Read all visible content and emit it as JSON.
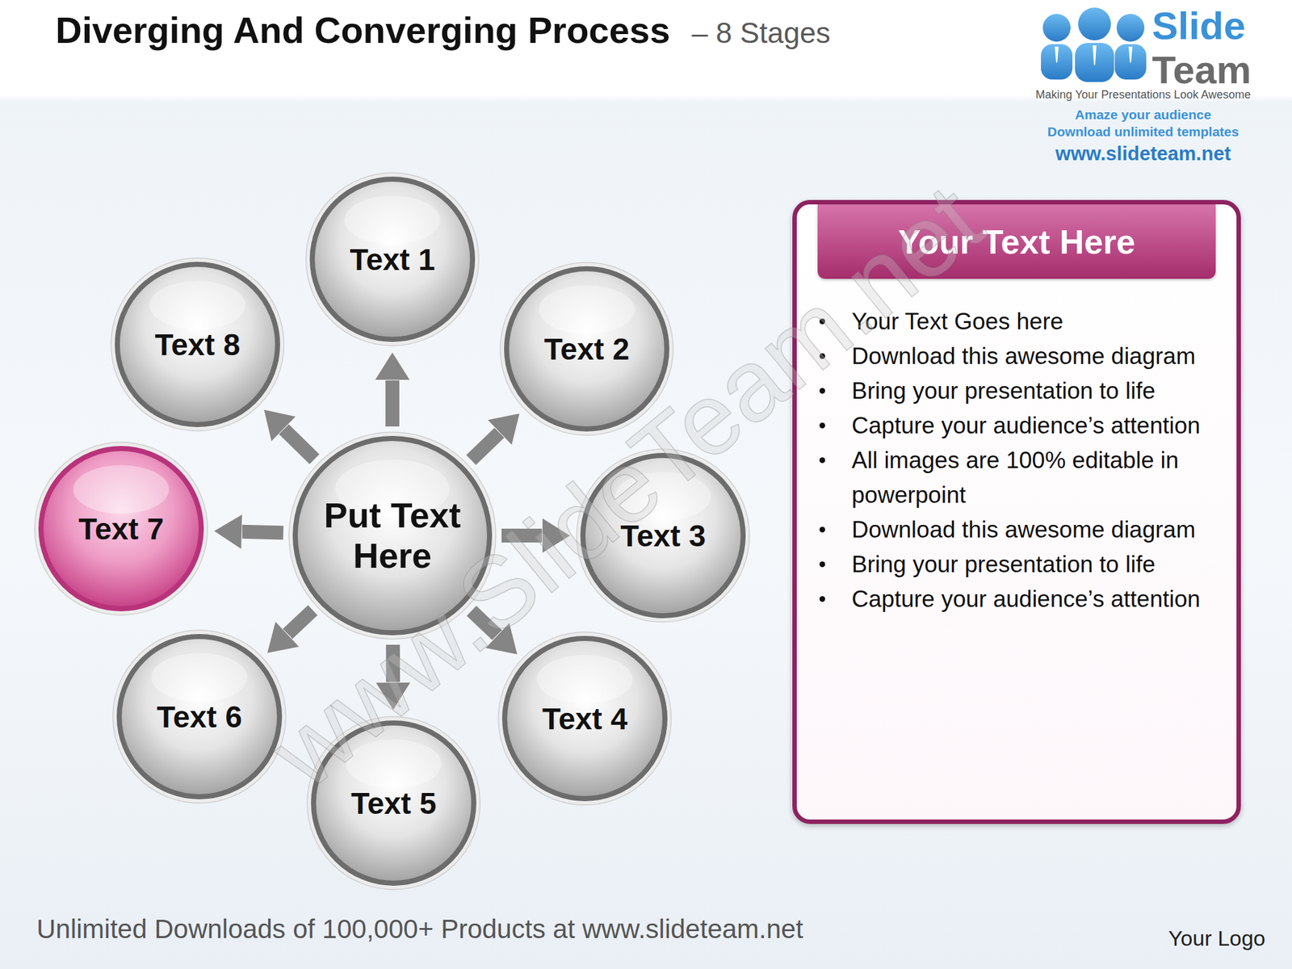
{
  "diagram": {
    "title": "Diverging And Converging Process",
    "nodes": [
      {
        "text": [
          "Put Text Here"
        ]
      },
      {
        "text": [
          "Text 1"
        ]
      },
      {
        "text": [
          "Text 2"
        ]
      },
      {
        "text": [
          "Text 3"
        ]
      },
      {
        "text": [
          "Text 4"
        ]
      },
      {
        "text": [
          "Text 5"
        ]
      },
      {
        "text": [
          "Text 6"
        ]
      },
      {
        "text": [
          "Text 7"
        ]
      },
      {
        "text": [
          "Text 8"
        ]
      },
      {
        "text": [
          "Your Text Here",
          "Your Text Goes here",
          "Download this awesome diagram",
          "Bring your presentation to life",
          "Capture your audience’s attention",
          "All images are 100% editable in powerpoint",
          "Download this awesome diagram",
          "Bring your presentation to life",
          "Capture your audience’s attention"
        ]
      }
    ],
    "edges": [
      {
        "from": 0,
        "to": 1,
        "arrow": "to"
      },
      {
        "from": 0,
        "to": 2,
        "arrow": "to"
      },
      {
        "from": 0,
        "to": 3,
        "arrow": "to"
      },
      {
        "from": 0,
        "to": 4,
        "arrow": "to"
      },
      {
        "from": 0,
        "to": 5,
        "arrow": "to"
      },
      {
        "from": 0,
        "to": 6,
        "arrow": "to"
      },
      {
        "from": 0,
        "to": 7,
        "arrow": "to"
      },
      {
        "from": 0,
        "to": 8,
        "arrow": "to"
      }
    ],
    "labels": [
      "– 8 Stages",
      "Slide",
      "Team",
      "Making Your Presentations Look Awesome",
      "Amaze your audience",
      "Download unlimited templates",
      "www.slideteam.net",
      "www.SlideTeam.net",
      "Unlimited Downloads of 100,000+ Products at www.slideteam.net",
      "Your Logo"
    ]
  }
}
